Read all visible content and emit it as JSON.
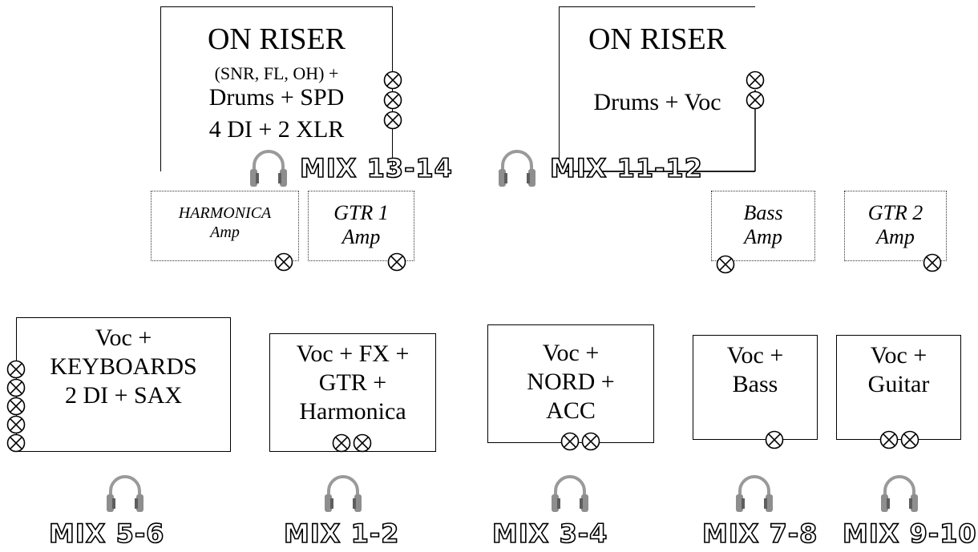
{
  "risers": [
    {
      "title": "ON RISER",
      "lines": [
        "(SNR, FL, OH) +",
        "Drums + SPD",
        "4 DI + 2 XLR"
      ]
    },
    {
      "title": "ON RISER",
      "lines": [
        "Drums + Voc"
      ]
    }
  ],
  "amps": [
    {
      "lines": [
        "HARMONICA",
        "Amp"
      ]
    },
    {
      "lines": [
        "GTR 1",
        "Amp"
      ]
    },
    {
      "lines": [
        "Bass",
        "Amp"
      ]
    },
    {
      "lines": [
        "GTR 2",
        "Amp"
      ]
    }
  ],
  "stations": [
    {
      "lines": [
        "Voc +",
        "KEYBOARDS",
        "2 DI + SAX"
      ]
    },
    {
      "lines": [
        "Voc + FX +",
        "GTR +",
        "Harmonica"
      ]
    },
    {
      "lines": [
        "Voc +",
        "NORD +",
        "ACC"
      ]
    },
    {
      "lines": [
        "Voc +",
        "Bass"
      ]
    },
    {
      "lines": [
        "Voc +",
        "Guitar"
      ]
    }
  ],
  "mixes": [
    "MIX 13-14",
    "MIX 11-12",
    "MIX 5-6",
    "MIX 1-2",
    "MIX 3-4",
    "MIX 7-8",
    "MIX 9-10"
  ],
  "icons": {
    "input": "xlr-input-icon",
    "monitor": "headphones-icon"
  }
}
